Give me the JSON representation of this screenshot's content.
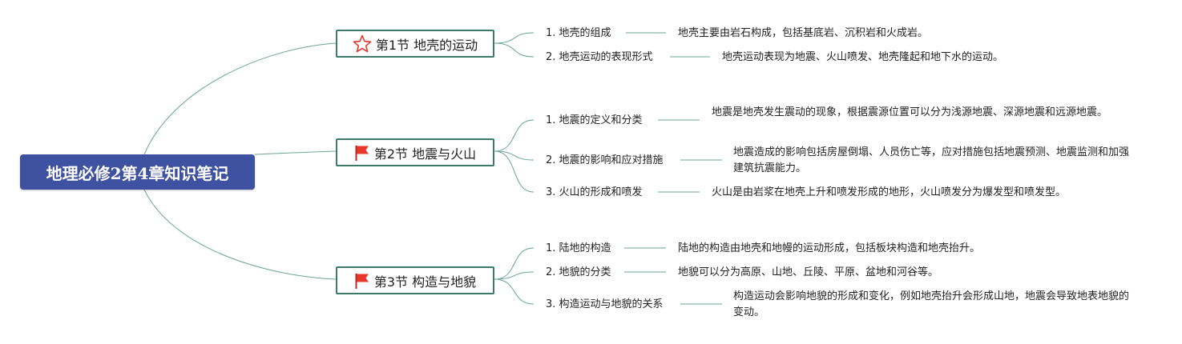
{
  "root": {
    "label": "地理必修2第4章知识笔记"
  },
  "colors": {
    "root_bg": "#3f51a1",
    "section_border": "#3c7a6a",
    "link": "#6aa596",
    "flag": "#e8382c",
    "star": "#e8382c"
  },
  "sections": [
    {
      "label": "第1节 地壳的运动",
      "icon": "star-icon",
      "topics": [
        {
          "label": "1. 地壳的组成",
          "detail": "地壳主要由岩石构成，包括基底岩、沉积岩和火成岩。"
        },
        {
          "label": "2. 地壳运动的表现形式",
          "detail": "地壳运动表现为地震、火山喷发、地壳隆起和地下水的运动。"
        }
      ]
    },
    {
      "label": "第2节 地震与火山",
      "icon": "flag-icon",
      "topics": [
        {
          "label": "1. 地震的定义和分类",
          "detail": "地震是地壳发生震动的现象，根据震源位置可以分为浅源地震、深源地震和远源地震。"
        },
        {
          "label": "2. 地震的影响和应对措施",
          "detail": "地震造成的影响包括房屋倒塌、人员伤亡等，应对措施包括地震预测、地震监测和加强建筑抗震能力。"
        },
        {
          "label": "3. 火山的形成和喷发",
          "detail": "火山是由岩浆在地壳上升和喷发形成的地形，火山喷发分为爆发型和喷发型。"
        }
      ]
    },
    {
      "label": "第3节 构造与地貌",
      "icon": "flag-icon",
      "topics": [
        {
          "label": "1. 陆地的构造",
          "detail": "陆地的构造由地壳和地幔的运动形成，包括板块构造和地壳抬升。"
        },
        {
          "label": "2. 地貌的分类",
          "detail": "地貌可以分为高原、山地、丘陵、平原、盆地和河谷等。"
        },
        {
          "label": "3. 构造运动与地貌的关系",
          "detail": "构造运动会影响地貌的形成和变化，例如地壳抬升会形成山地，地震会导致地表地貌的变动。"
        }
      ]
    }
  ]
}
